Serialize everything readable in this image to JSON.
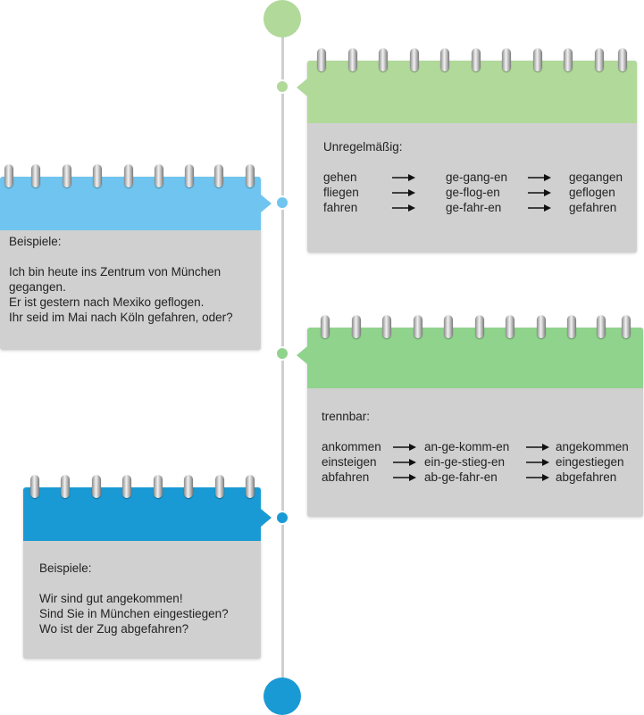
{
  "colors": {
    "green_light": "#b1d99a",
    "green": "#8fd38c",
    "blue_light": "#6fc5ef",
    "blue": "#1a9ad4",
    "card_body": "#d0d0d0",
    "line": "#cfcfcf"
  },
  "icons": {
    "arrow": "right-arrow-icon",
    "ring": "spiral-ring-icon"
  },
  "card_unregelmaessig": {
    "label": "Unregelmäßig:",
    "rows": [
      [
        "gehen",
        "ge-gang-en",
        "gegangen"
      ],
      [
        "fliegen",
        "ge-flog-en",
        "geflogen"
      ],
      [
        "fahren",
        "ge-fahr-en",
        "gefahren"
      ]
    ]
  },
  "card_beispiele_1": {
    "label": "Beispiele:",
    "lines": [
      "Ich bin heute ins Zentrum von München",
      "gegangen.",
      "Er ist gestern nach Mexiko geflogen.",
      "Ihr seid im Mai nach Köln gefahren, oder?"
    ]
  },
  "card_trennbar": {
    "label": "trennbar:",
    "rows": [
      [
        "ankommen",
        "an-ge-komm-en",
        "angekommen"
      ],
      [
        "einsteigen",
        "ein-ge-stieg-en",
        "eingestiegen"
      ],
      [
        "abfahren",
        "ab-ge-fahr-en",
        "abgefahren"
      ]
    ]
  },
  "card_beispiele_2": {
    "label": "Beispiele:",
    "lines": [
      "Wir sind gut angekommen!",
      "Sind Sie in München eingestiegen?",
      "Wo ist der Zug abgefahren?"
    ]
  }
}
